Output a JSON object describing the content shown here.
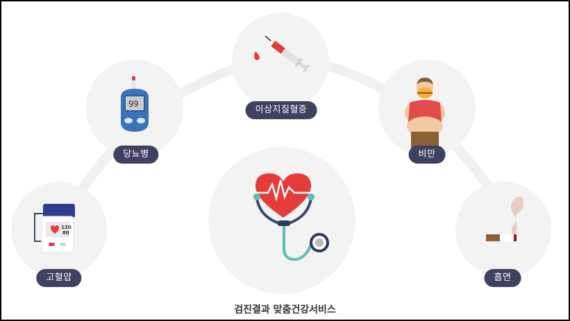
{
  "title": "검진결과 맞춤건강서비스",
  "items": [
    {
      "id": "hypertension",
      "label": "고혈압",
      "icon": "blood-pressure-monitor-icon",
      "bp_sys": "120",
      "bp_dia": "80"
    },
    {
      "id": "diabetes",
      "label": "당뇨병",
      "icon": "glucose-meter-icon",
      "reading": "99"
    },
    {
      "id": "dyslipidemia",
      "label": "이상지질혈증",
      "icon": "syringe-icon"
    },
    {
      "id": "obesity",
      "label": "비만",
      "icon": "obese-person-icon"
    },
    {
      "id": "smoking",
      "label": "흡연",
      "icon": "cigarette-icon"
    }
  ],
  "center": {
    "icon": "heart-stethoscope-icon"
  },
  "colors": {
    "pill_bg": "#3f4160",
    "circle_bg": "#f3f3f4",
    "arc": "#f0f0f1",
    "heart": "#e53b3b",
    "teal": "#5bbcb6",
    "navy": "#2d3e6f"
  }
}
